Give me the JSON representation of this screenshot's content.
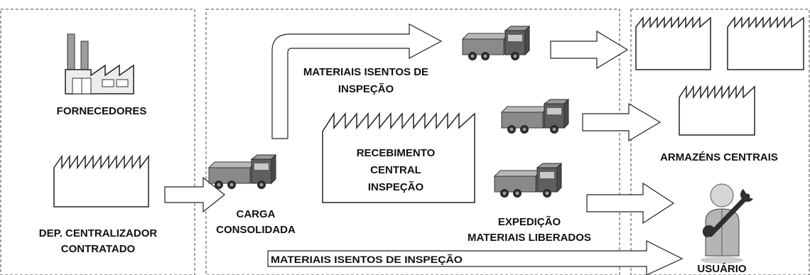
{
  "labels": {
    "fornecedores": "FORNECEDORES",
    "dep_line1": "DEP. CENTRALIZADOR",
    "dep_line2": "CONTRATADO",
    "carga_line1": "CARGA",
    "carga_line2": "CONSOLIDADA",
    "isentos_top_line1": "MATERIAIS ISENTOS DE",
    "isentos_top_line2": "INSPEÇÃO",
    "recebimento_line1": "RECEBIMENTO",
    "recebimento_line2": "CENTRAL",
    "recebimento_line3": "INSPEÇÃO",
    "expedicao_line1": "EXPEDIÇÃO",
    "expedicao_line2": "MATERIAIS LIBERADOS",
    "isentos_bottom": "MATERIAIS ISENTOS DE INSPEÇÃO",
    "armazens": "ARMAZÉNS CENTRAIS",
    "usuario": "USUÁRIO"
  },
  "icons": [
    "factory-icon",
    "truck-icon",
    "user-wrench-icon",
    "warehouse-icon"
  ]
}
